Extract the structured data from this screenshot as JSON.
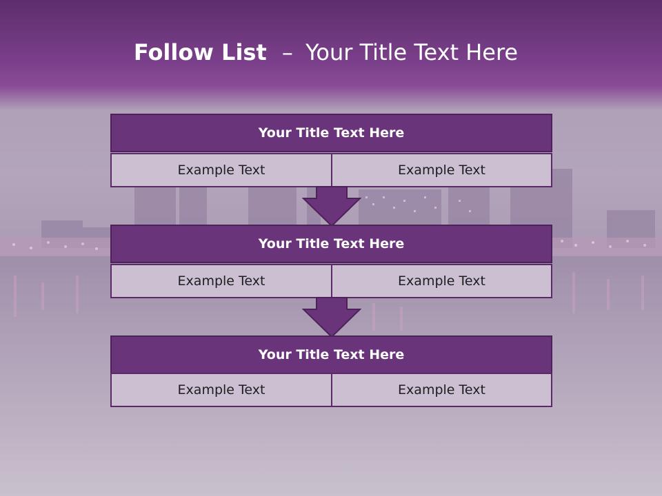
{
  "slide": {
    "title_bold": "Follow List",
    "title_dash": "–",
    "title_rest": "Your Title Text Here"
  },
  "blocks": [
    {
      "title": "Your Title Text Here",
      "left": "Example Text",
      "right": "Example Text"
    },
    {
      "title": "Your Title Text Here",
      "left": "Example Text",
      "right": "Example Text"
    },
    {
      "title": "Your Title Text Here",
      "left": "Example Text",
      "right": "Example Text"
    }
  ],
  "colors": {
    "header": "#7a3f8a",
    "block_title": "#6a347a",
    "cell": "#cbbfd1",
    "border": "#4d2258"
  },
  "background": "night-city-skyline-over-water"
}
